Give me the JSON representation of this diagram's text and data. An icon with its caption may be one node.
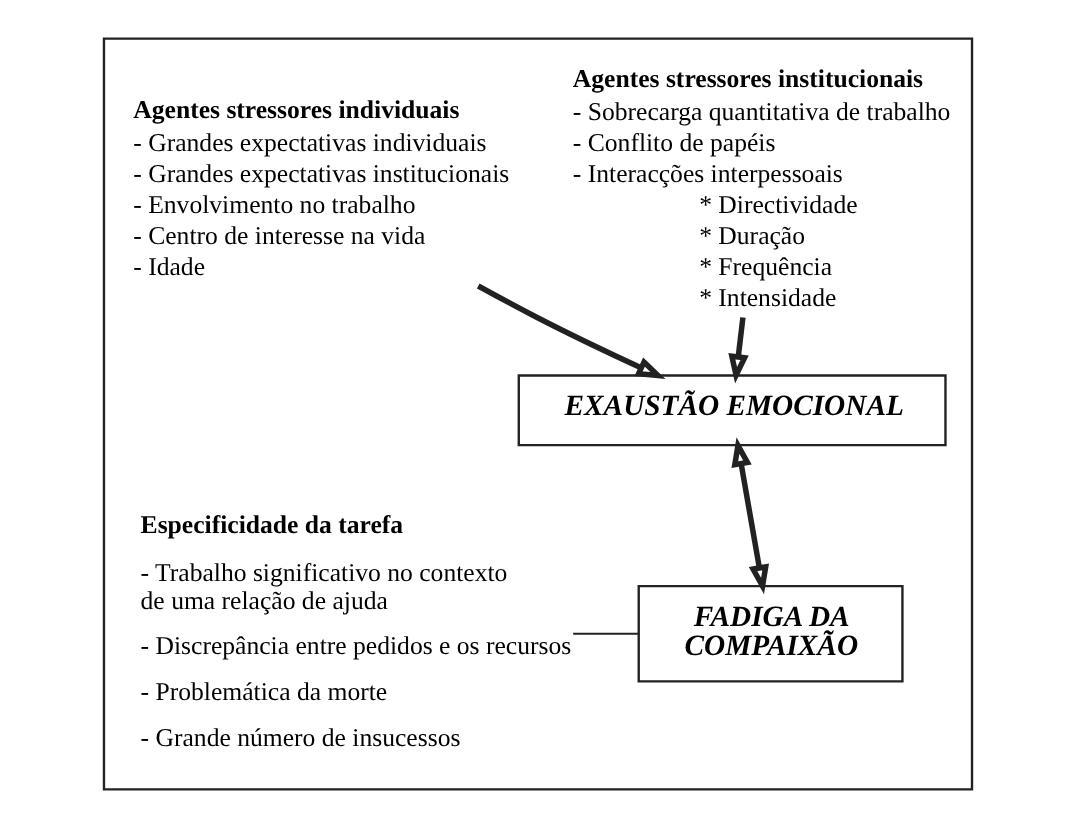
{
  "diagram": {
    "nodes": [
      {
        "text": [],
        "shape": "box"
      },
      {
        "text": [
          "Agentes stressores individuais",
          "- Grandes expectativas individuais",
          "- Grandes expectativas institucionais",
          "- Envolvimento no trabalho",
          "- Centro de interesse na vida",
          "- Idade"
        ],
        "in": 0
      },
      {
        "text": [
          "Agentes stressores institucionais",
          "- Sobrecarga quantitativa de trabalho",
          "- Conflito de papéis",
          "- Interacções interpessoais",
          "* Directividade",
          "* Duração",
          "* Frequência",
          "* Intensidade"
        ],
        "in": 0
      },
      {
        "text": [
          "EXAUSTÃO EMOCIONAL"
        ],
        "in": 0
      },
      {
        "text": [
          "Especificidade da tarefa",
          "- Trabalho significativo no contexto de uma relação de ajuda",
          "- Discrepância entre pedidos e os recursos",
          "- Problemática da morte",
          "- Grande número de insucessos"
        ],
        "in": 0
      },
      {
        "text": [
          "FADIGA DA COMPAIXÃO"
        ],
        "in": 0
      }
    ],
    "edges": [
      {
        "from": 1,
        "to": 3,
        "arrow": "to"
      },
      {
        "from": 2,
        "to": 3,
        "arrow": "to"
      },
      {
        "from": 3,
        "to": 5,
        "arrow": "both"
      },
      {
        "from": 4,
        "to": 5,
        "arrow": "none"
      }
    ]
  }
}
